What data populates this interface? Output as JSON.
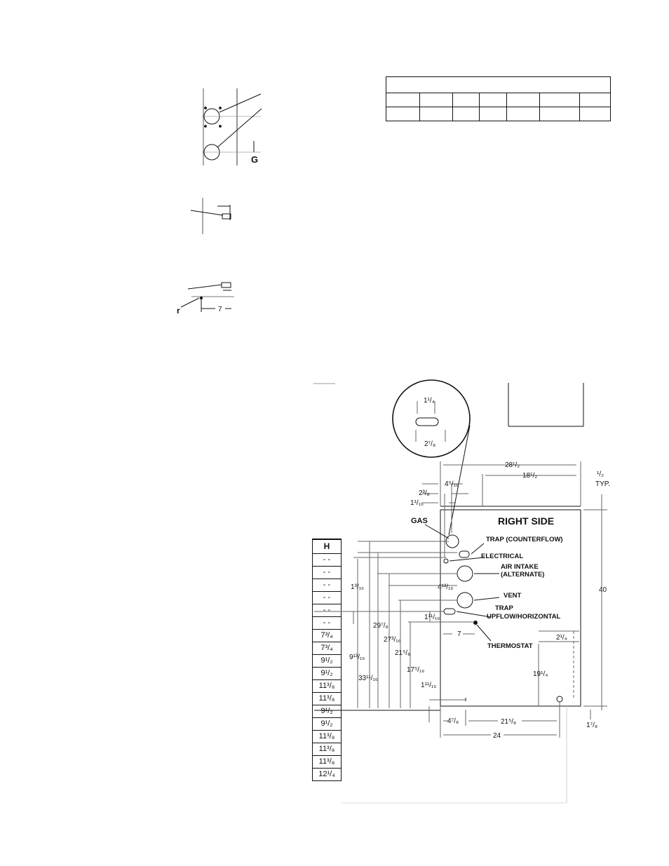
{
  "top_details": {
    "detail1_label": "G",
    "detail3_label": "r",
    "detail3_dim": "7"
  },
  "h_table": {
    "header": "H",
    "rows": [
      "- -",
      "- -",
      "- -",
      "- -",
      "- -",
      "- -",
      "7³/₄",
      "7³/₄",
      "9¹/₂",
      "9¹/₂",
      "11³/₈",
      "11³/₈",
      "9¹/₂",
      "9¹/₂",
      "11³/₈",
      "11³/₈",
      "11³/₈",
      "12¹/₄"
    ]
  },
  "drawing": {
    "view_title": "RIGHT SIDE",
    "labels": {
      "gas": "GAS",
      "trap_counterflow": "TRAP (COUNTERFLOW)",
      "electrical": "ELECTRICAL",
      "air_intake_1": "AIR INTAKE",
      "air_intake_2": "(ALTERNATE)",
      "vent": "VENT",
      "trap_up_1": "TRAP",
      "trap_up_2": "UPFLOW/HORIZONTAL",
      "thermostat": "THERMOSTAT"
    },
    "dims": {
      "inset_top": "1¹/₄",
      "inset_bottom": "2⁷/₈",
      "overall_width": "28¹/₂",
      "right_width": "18¹/₂",
      "typ_value": "¹/₂",
      "typ_label": "TYP.",
      "d_4_5_16": "4⁵/₁₆",
      "d_2_3_8": "2³/₈",
      "d_1_1_16": "1¹/₁₆",
      "height_40": "40",
      "d_4_13_16": "4¹³/₁₆",
      "d_1_3_16": "1³/₁₆",
      "d_1_11_16_a": "1¹¹/₁₆",
      "d_7": "7",
      "d_29_7_8": "29⁷/₈",
      "d_27_3_16": "27³/₁₆",
      "d_21_5_8_v": "21⁵/₈",
      "d_17_5_16": "17⁵/₁₆",
      "d_9_13_16": "9¹³/₁₆",
      "d_33_11_16": "33¹¹/₁₆",
      "d_1_11_16_b": "1¹¹/₁₆",
      "d_2_1_4": "2¹/₄",
      "d_19_1_4": "19¹/₄",
      "d_4_7_8": "4⁷/₈",
      "d_21_5_8_h": "21⁵/₈",
      "d_1_7_8": "1⁷/₈",
      "d_24": "24"
    }
  }
}
